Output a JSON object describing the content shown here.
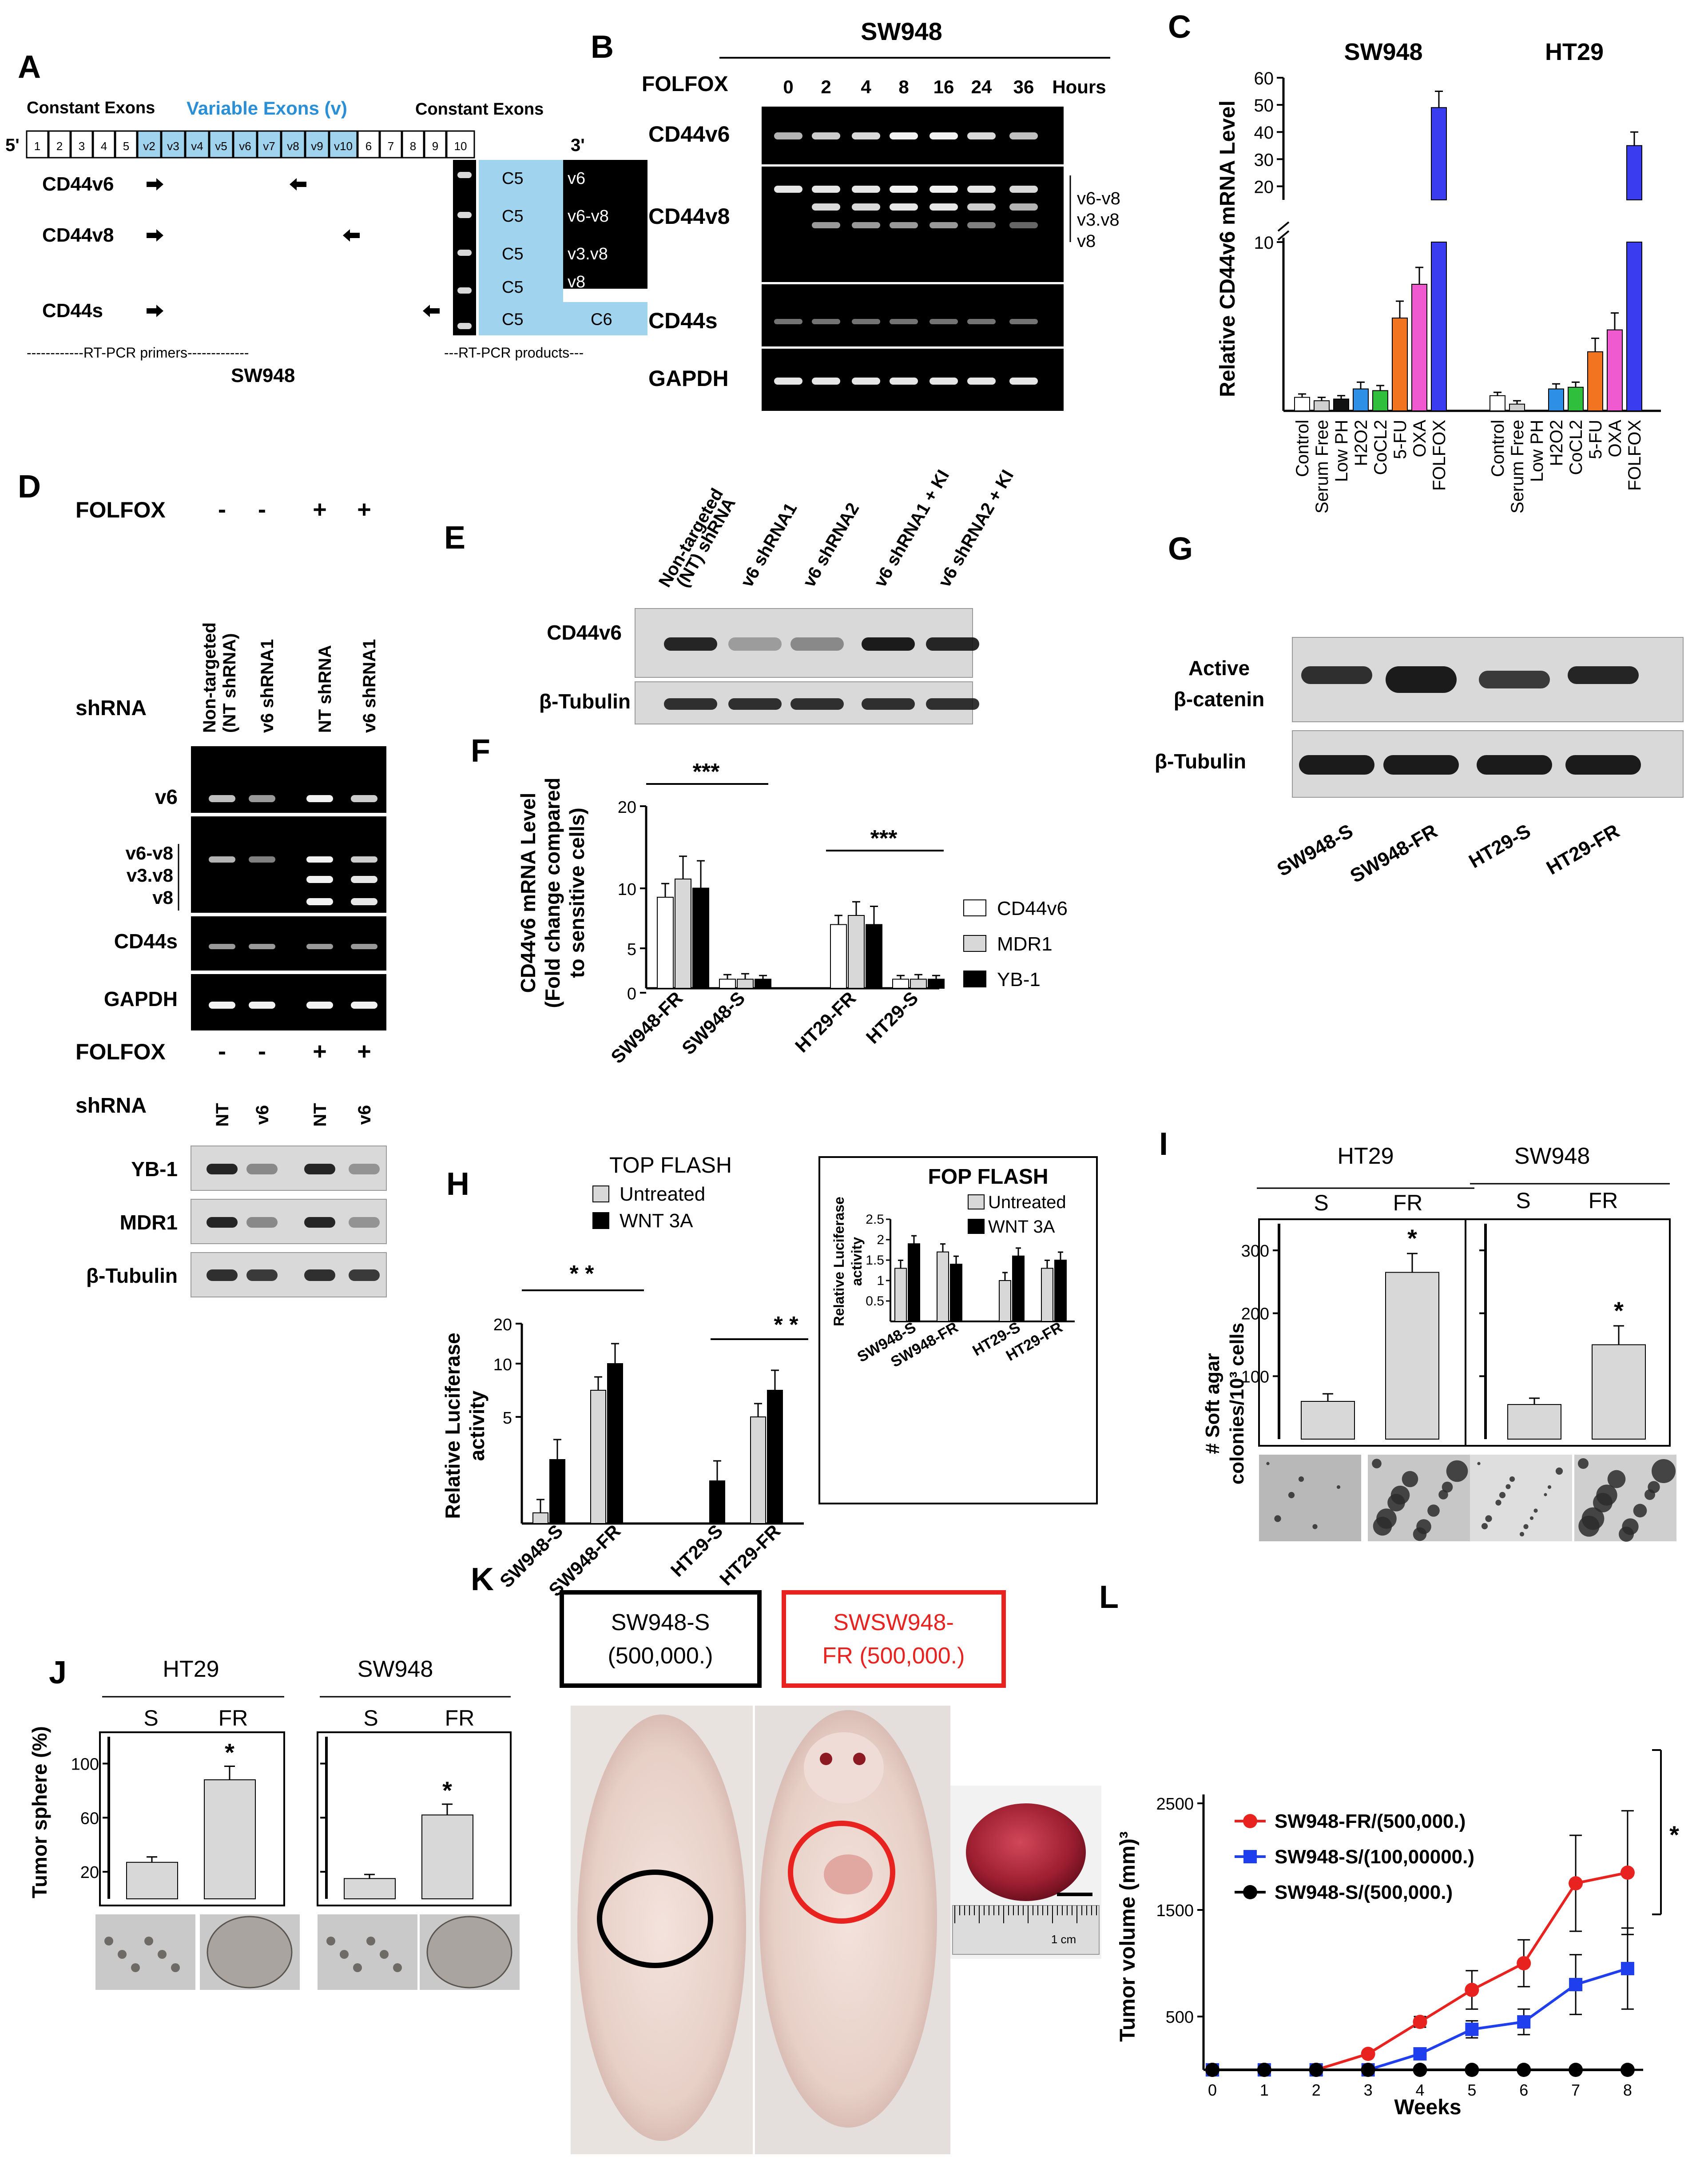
{
  "panel_labels": [
    "A",
    "B",
    "C",
    "D",
    "E",
    "F",
    "G",
    "H",
    "I",
    "J",
    "K",
    "L"
  ],
  "panelA": {
    "constant_exons_left": "Constant Exons",
    "variable_exons": "Variable Exons (v)",
    "constant_exons_right": "Constant Exons",
    "five_prime": "5'",
    "three_prime": "3'",
    "exons": [
      "1",
      "2",
      "3",
      "4",
      "5",
      "v2",
      "v3",
      "v4",
      "v5",
      "v6",
      "v7",
      "v8",
      "v9",
      "v10",
      "6",
      "7",
      "8",
      "9",
      "10"
    ],
    "primers": [
      "CD44v6",
      "CD44v8",
      "CD44s"
    ],
    "products": [
      [
        "C5",
        "v6"
      ],
      [
        "C5",
        "v6-v8"
      ],
      [
        "C5",
        "v3.v8"
      ],
      [
        "C5",
        "v8"
      ],
      [
        "C5",
        "C6"
      ]
    ],
    "footer_left": "------------RT-PCR primers-------------",
    "footer_right": "---RT-PCR products---",
    "cell_line": "SW948"
  },
  "panelB": {
    "title": "SW948",
    "treatment": "FOLFOX",
    "timepoints": [
      "0",
      "2",
      "4",
      "8",
      "16",
      "24",
      "36"
    ],
    "unit": "Hours",
    "rows": [
      "CD44v6",
      "CD44v8",
      "CD44s",
      "GAPDH"
    ],
    "right_labels": [
      "v6-v8",
      "v3.v8",
      "v8"
    ]
  },
  "panelD": {
    "treatment": "FOLFOX",
    "treatment_marks": [
      "-",
      "-",
      "+",
      "+"
    ],
    "shrna_label": "shRNA",
    "lanes": [
      "Non-targeted (NT shRNA)",
      "v6 shRNA1",
      "NT shRNA",
      "v6 shRNA1"
    ],
    "gel_rows": [
      "v6",
      "v6-v8",
      "v3.v8",
      "v8",
      "CD44s",
      "GAPDH"
    ],
    "treatment_marks2": [
      "-",
      "-",
      "+",
      "+"
    ],
    "lanes2": [
      "NT",
      "v6",
      "NT",
      "v6"
    ],
    "blot_rows": [
      "YB-1",
      "MDR1",
      "β-Tubulin"
    ]
  },
  "panelE": {
    "lanes": [
      "Non-targeted (NT) shRNA",
      "v6 shRNA1",
      "v6 shRNA2",
      "v6 shRNA1 + KI",
      "v6 shRNA2 + KI"
    ],
    "rows": [
      "CD44v6",
      "β-Tubulin"
    ]
  },
  "panelG": {
    "rows": [
      "Active β-catenin",
      "β-Tubulin"
    ],
    "lanes": [
      "SW948-S",
      "SW948-FR",
      "HT29-S",
      "HT29-FR"
    ]
  },
  "panelI": {
    "groups": [
      "HT29",
      "SW948"
    ],
    "conditions": [
      "S",
      "FR",
      "S",
      "FR"
    ],
    "ylabel": "# Soft agar colonies/10³ cells",
    "star": "*"
  },
  "panelJ": {
    "groups": [
      "HT29",
      "SW948"
    ],
    "conditions": [
      "S",
      "FR",
      "S",
      "FR"
    ],
    "ylabel": "Tumor sphere (%)",
    "star": "*"
  },
  "panelK": {
    "label_left": "SW948-S (500,000.)",
    "label_right": "SWSW948- FR (500,000.)",
    "scale_text": "1  cm"
  },
  "colors": {
    "variable_exon": "#9fd3ee",
    "red": "#e8231f",
    "blue": "#1f3fef",
    "gray_bar": "#d8d8d8"
  },
  "chart_data": [
    {
      "panel": "C",
      "type": "bar",
      "groups": [
        "SW948",
        "HT29"
      ],
      "categories": [
        "Control",
        "Serum Free",
        "Low PH",
        "H2O2",
        "CoCL2",
        "5-FU",
        "OXA",
        "FOLFOX"
      ],
      "series": [
        {
          "name": "SW948",
          "values": [
            0.8,
            0.6,
            0.7,
            1.3,
            1.2,
            5.5,
            7.5,
            49
          ],
          "errors": [
            0.2,
            0.2,
            0.2,
            0.4,
            0.3,
            1.0,
            1.0,
            6
          ]
        },
        {
          "name": "HT29",
          "values": [
            0.9,
            0.4,
            0,
            1.3,
            1.4,
            3.5,
            4.8,
            35
          ],
          "errors": [
            0.2,
            0.2,
            0,
            0.3,
            0.3,
            0.8,
            1.0,
            5
          ]
        }
      ],
      "bar_colors": [
        "#ffffff",
        "#d0d0d0",
        "#111111",
        "#2d8fe6",
        "#2fbf3c",
        "#f27420",
        "#ef5ad0",
        "#3a3cf0"
      ],
      "ylabel": "Relative CD44v6 mRNA Level",
      "yticks_lower": [
        10
      ],
      "yticks_upper": [
        20,
        30,
        40,
        50,
        60
      ],
      "axis_break": [
        10,
        15
      ]
    },
    {
      "panel": "F",
      "type": "bar",
      "categories": [
        "SW948-FR",
        "SW948-S",
        "HT29-FR",
        "HT29-S"
      ],
      "series": [
        {
          "name": "CD44v6",
          "values": [
            10,
            1,
            7,
            1
          ],
          "errors": [
            1.5,
            0.5,
            1,
            0.4
          ]
        },
        {
          "name": "MDR1",
          "values": [
            12,
            1,
            8,
            1
          ],
          "errors": [
            2.5,
            0.6,
            1.5,
            0.5
          ]
        },
        {
          "name": "YB-1",
          "values": [
            11,
            1,
            7,
            1
          ],
          "errors": [
            3,
            0.4,
            2,
            0.4
          ]
        }
      ],
      "ylabel": "CD44v6 mRNA Level (Fold change compared to sensitive cells)",
      "yticks": [
        0,
        5,
        10,
        20
      ],
      "significance": [
        "***",
        "***"
      ]
    },
    {
      "panel": "H",
      "type": "bar",
      "title": "TOP FLASH",
      "categories": [
        "SW948-S",
        "SW948-FR",
        "HT29-S",
        "HT29-FR"
      ],
      "series": [
        {
          "name": "Untreated",
          "values": [
            0.5,
            7.5,
            0,
            5
          ]
        },
        {
          "name": "WNT 3A",
          "values": [
            3,
            10,
            2,
            7.5
          ]
        }
      ],
      "ylabel": "Relative Luciferase activity",
      "yticks": [
        5,
        10,
        20
      ],
      "significance": [
        "* *",
        "* *"
      ],
      "inset": {
        "title": "FOP FLASH",
        "categories": [
          "SW948-S",
          "SW948-FR",
          "HT29-S",
          "HT29-FR"
        ],
        "series": [
          {
            "name": "Untreated",
            "values": [
              1.3,
              1.7,
              1.0,
              1.3
            ]
          },
          {
            "name": "WNT 3A",
            "values": [
              1.9,
              1.4,
              1.6,
              1.5
            ]
          }
        ],
        "ylabel": "Relative Luciferase activity",
        "yticks": [
          0.5,
          1,
          1.5,
          2,
          2.5
        ]
      }
    },
    {
      "panel": "I",
      "type": "bar",
      "groups": [
        "HT29",
        "SW948"
      ],
      "categories": [
        "S",
        "FR"
      ],
      "series": [
        {
          "name": "HT29",
          "values": [
            60,
            265
          ],
          "errors": [
            12,
            30
          ]
        },
        {
          "name": "SW948",
          "values": [
            55,
            150
          ],
          "errors": [
            10,
            30
          ]
        }
      ],
      "yticks": [
        100,
        200,
        300
      ]
    },
    {
      "panel": "J",
      "type": "bar",
      "groups": [
        "HT29",
        "SW948"
      ],
      "categories": [
        "S",
        "FR"
      ],
      "series": [
        {
          "name": "HT29",
          "values": [
            27,
            88
          ],
          "errors": [
            4,
            10
          ]
        },
        {
          "name": "SW948",
          "values": [
            15,
            62
          ],
          "errors": [
            3,
            8
          ]
        }
      ],
      "yticks": [
        20,
        60,
        100
      ]
    },
    {
      "panel": "L",
      "type": "line",
      "x": [
        0,
        1,
        2,
        3,
        4,
        5,
        6,
        7,
        8
      ],
      "xlabel": "Weeks",
      "ylabel": "Tumor volume (mm)³",
      "ylim": [
        0,
        2500
      ],
      "yticks": [
        500,
        1500,
        2500
      ],
      "series": [
        {
          "name": "SW948-FR/(500,000.)",
          "color": "#e8231f",
          "marker": "circle",
          "values": [
            0,
            0,
            0,
            150,
            450,
            750,
            1000,
            1750,
            1850
          ],
          "errors": [
            0,
            0,
            0,
            20,
            50,
            180,
            220,
            450,
            580
          ]
        },
        {
          "name": "SW948-S/(100,00000.)",
          "color": "#1f3fef",
          "marker": "square",
          "values": [
            0,
            0,
            0,
            0,
            150,
            380,
            450,
            800,
            950
          ],
          "errors": [
            0,
            0,
            0,
            0,
            30,
            80,
            120,
            280,
            380
          ]
        },
        {
          "name": "SW948-S/(500,000.)",
          "color": "#000000",
          "marker": "circle",
          "values": [
            0,
            0,
            0,
            0,
            0,
            0,
            0,
            0,
            0
          ],
          "errors": [
            0,
            0,
            0,
            0,
            0,
            0,
            0,
            0,
            0
          ]
        }
      ],
      "significance": "*"
    }
  ]
}
